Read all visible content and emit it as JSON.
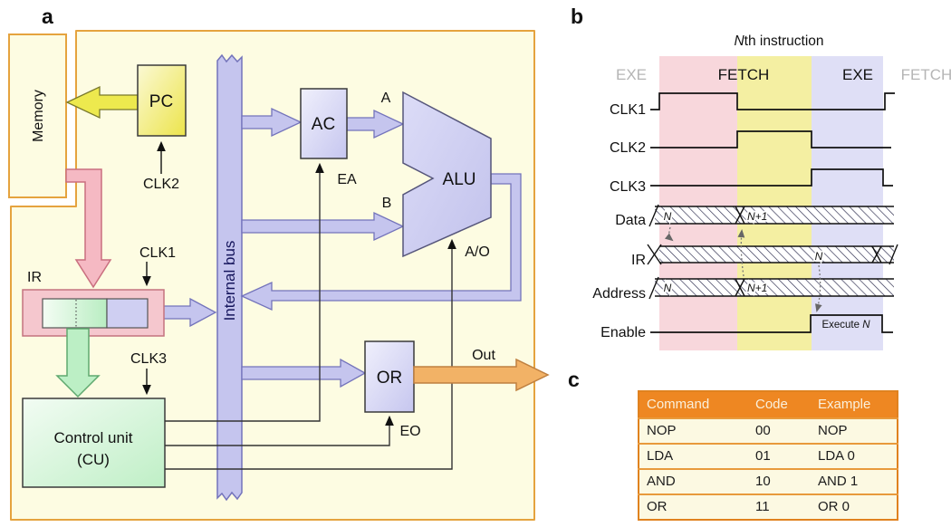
{
  "figure": {
    "panel_a": {
      "label": "a",
      "memory": "Memory",
      "pc": "PC",
      "clk2": "CLK2",
      "clk1": "CLK1",
      "clk3": "CLK3",
      "ir": "IR",
      "internal_bus": "Internal bus",
      "ac": "AC",
      "alu": "ALU",
      "input_a": "A",
      "input_b": "B",
      "ea": "EA",
      "ao": "A/O",
      "eo": "EO",
      "or": "OR",
      "out": "Out",
      "control_unit_line1": "Control unit",
      "control_unit_line2": "(CU)"
    },
    "panel_b": {
      "label": "b",
      "title_n": "N",
      "title_rest": "th instruction",
      "phases": [
        "EXE",
        "FETCH",
        "EXE",
        "FETCH"
      ],
      "signals": [
        "CLK1",
        "CLK2",
        "CLK3",
        "Data",
        "IR",
        "Address",
        "Enable"
      ],
      "data_val_1": "N",
      "data_val_2": "N+1",
      "ir_val": "N",
      "addr_val_1": "N",
      "addr_val_2": "N+1",
      "enable_execute": "Execute ",
      "enable_execute_n": "N"
    },
    "panel_c": {
      "label": "c",
      "columns": [
        "Command",
        "Code",
        "Example"
      ],
      "rows": [
        [
          "NOP",
          "00",
          "NOP"
        ],
        [
          "LDA",
          "01",
          "LDA 0"
        ],
        [
          "AND",
          "10",
          "AND 1"
        ],
        [
          "OR",
          "11",
          "OR 0"
        ]
      ]
    },
    "colors": {
      "panel_bg": "#fdfce2",
      "panel_border": "#e5a33e",
      "bus_purple": "#c5c5ee",
      "bus_purple_stroke": "#7373bb",
      "pc_yellow": "#ece44b",
      "arrow_yellow": "#ede94e",
      "arrow_pink": "#f5b9c3",
      "arrow_green": "#bcefc5",
      "arrow_orange": "#f2b266",
      "band_pink": "#f8d7dc",
      "band_yellow": "#f4efa2",
      "band_lavender": "#dfdff6",
      "table_orange": "#ee8722"
    }
  }
}
